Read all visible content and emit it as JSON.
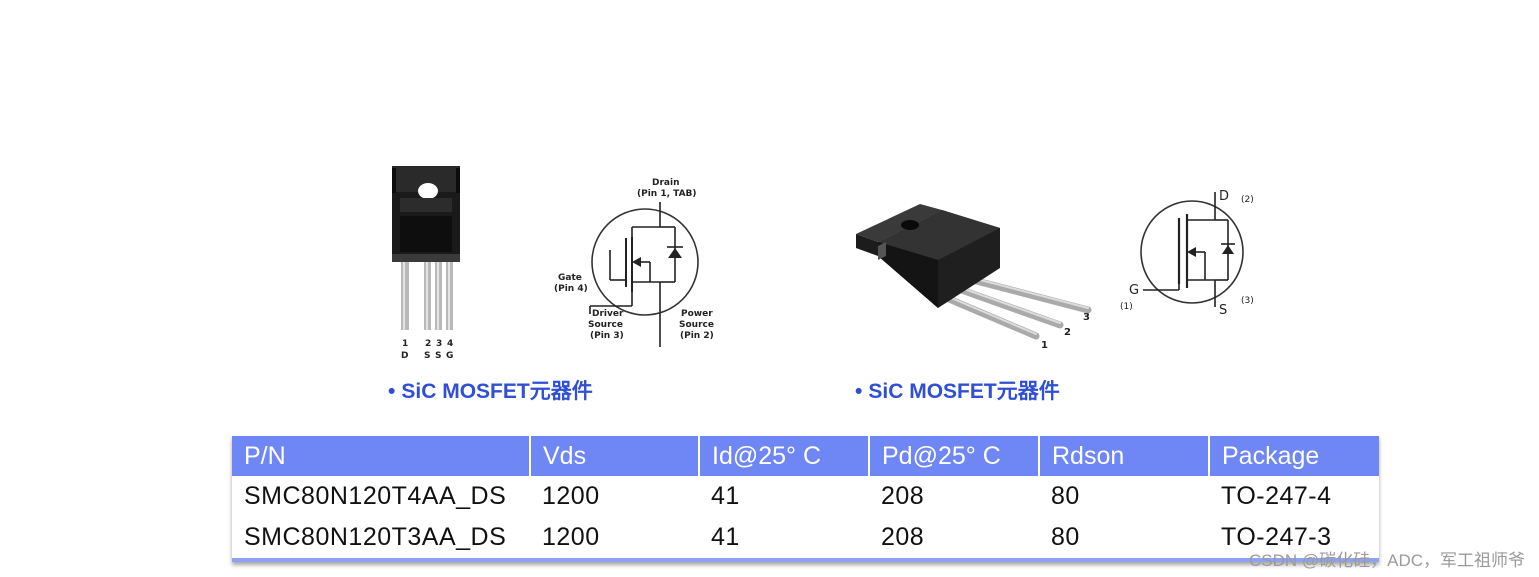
{
  "figures": [
    {
      "package_pins": [
        "1",
        "2",
        "3",
        "4"
      ],
      "pin_letters": [
        "D",
        "S",
        "S",
        "G"
      ],
      "symbol_labels": {
        "drain_1": "Drain",
        "drain_2": "(Pin 1, TAB)",
        "gate_1": "Gate",
        "gate_2": "(Pin 4)",
        "driver_1": "Driver",
        "driver_2": "Source",
        "driver_3": "(Pin 3)",
        "power_1": "Power",
        "power_2": "Source",
        "power_3": "(Pin 2)"
      },
      "caption": "SiC MOSFET元器件"
    },
    {
      "package_pins": [
        "1",
        "2",
        "3"
      ],
      "symbol_labels": {
        "d": "D",
        "d_pin": "(2)",
        "g": "G",
        "g_pin": "(1)",
        "s": "S",
        "s_pin": "(3)"
      },
      "caption": "SiC MOSFET元器件"
    }
  ],
  "bullet": "•",
  "table": {
    "headers": [
      "P/N",
      "Vds",
      "Id@25° C",
      "Pd@25° C",
      "Rdson",
      "Package"
    ],
    "rows": [
      [
        "SMC80N120T4AA_DS",
        "1200",
        "41",
        "208",
        "80",
        "TO-247-4"
      ],
      [
        "SMC80N120T3AA_DS",
        "1200",
        "41",
        "208",
        "80",
        "TO-247-3"
      ]
    ]
  },
  "watermark": "CSDN @碳化硅，ADC，军工祖师爷",
  "colors": {
    "caption": "#2f4fd6",
    "table_header": "#6f86f5",
    "table_underline": "#8fa2f2"
  }
}
